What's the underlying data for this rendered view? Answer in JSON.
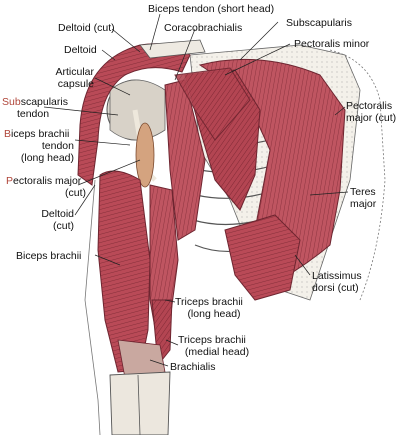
{
  "diagram": {
    "labels": {
      "biceps_tendon_short": "Biceps tendon (short head)",
      "deltoid_cut_top": "Deltoid (cut)",
      "coracobrachialis": "Coracobrachialis",
      "subscapularis": "Subscapularis",
      "deltoid": "Deltoid",
      "pectoralis_minor": "Pectoralis minor",
      "articular_capsule": [
        "Articular",
        "capsule"
      ],
      "subscapularis_tendon": {
        "hl": "Sub",
        "rest": "scapularis",
        "line2": "tendon"
      },
      "biceps_tendon_long": {
        "hl": "B",
        "rest": "iceps brachii",
        "line2": "tendon",
        "line3": "(long head)"
      },
      "pectoralis_major_cut_left": {
        "hl": "P",
        "rest": "ectoralis major",
        "line2": "(cut)"
      },
      "deltoid_cut_left": [
        "Deltoid",
        "(cut)"
      ],
      "biceps_brachii": "Biceps brachii",
      "pectoralis_major_cut_right": [
        "Pectoralis",
        "major (cut)"
      ],
      "teres_major": [
        "Teres",
        "major"
      ],
      "latissimus_dorsi": [
        "Latissimus",
        "dorsi (cut)"
      ],
      "triceps_long": [
        "Triceps brachii",
        "(long head)"
      ],
      "triceps_medial": [
        "Triceps brachii",
        "(medial head)"
      ],
      "brachialis": "Brachialis"
    },
    "colors": {
      "muscle": "#b94a57",
      "muscle_dark": "#8a2f3a",
      "muscle_light": "#d98a92",
      "bone": "#f4f1ea",
      "bone_line": "#555555",
      "tendon": "#e9e4da",
      "leader": "#222222"
    }
  }
}
